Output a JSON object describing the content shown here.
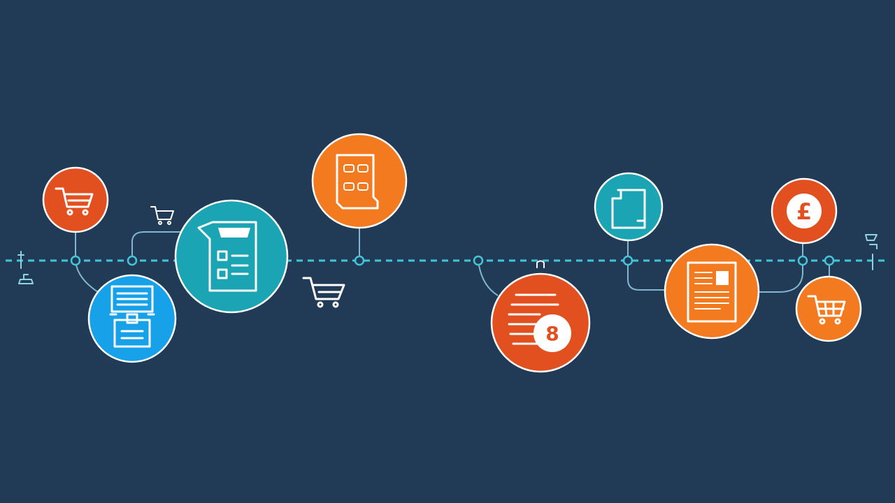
{
  "palette": {
    "background": "#213a55",
    "timeline": "#43c6d8",
    "connector": "#7fb8d0",
    "red_orange": "#e2501f",
    "orange": "#f37a1f",
    "teal": "#1aa4b4",
    "blue": "#17a1e9",
    "outline": "#ffffff"
  },
  "timeline": {
    "style": "dashed"
  },
  "nodes": [
    {
      "id": "cart-small-left",
      "icon": "shopping-cart-icon",
      "color": "red_orange"
    },
    {
      "id": "register",
      "icon": "cash-register-icon",
      "color": "blue"
    },
    {
      "id": "checklist",
      "icon": "checklist-document-icon",
      "color": "teal"
    },
    {
      "id": "price-tags",
      "icon": "price-tag-sheet-icon",
      "color": "orange"
    },
    {
      "id": "coins",
      "icon": "coin-stack-icon",
      "color": "red_orange",
      "symbol": "8"
    },
    {
      "id": "tablet",
      "icon": "tablet-document-icon",
      "color": "teal"
    },
    {
      "id": "invoice",
      "icon": "invoice-document-icon",
      "color": "orange"
    },
    {
      "id": "pound",
      "icon": "pound-coin-icon",
      "color": "red_orange",
      "symbol": "£"
    },
    {
      "id": "cart-small-right",
      "icon": "shopping-cart-icon",
      "color": "orange"
    }
  ],
  "floating_icons": [
    {
      "icon": "shopping-cart-icon"
    },
    {
      "icon": "shopping-cart-icon"
    }
  ]
}
